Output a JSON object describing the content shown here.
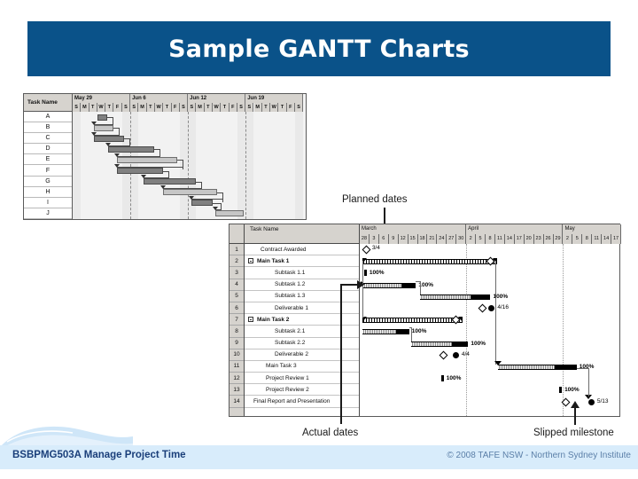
{
  "slide": {
    "title": "Sample GANTT Charts",
    "title_bg": "#0a5289",
    "footer_left": "BSBPMG503A Manage Project Time",
    "footer_right": "© 2008 TAFE NSW - Northern Sydney Institute",
    "footer_bg": "#d8ecfb"
  },
  "annotations": {
    "planned": "Planned dates",
    "actual": "Actual dates",
    "slipped": "Slipped milestone"
  },
  "chart_data": [
    {
      "id": "top-gantt",
      "type": "bar",
      "title": "",
      "orientation": "horizontal-gantt",
      "name_column_header": "Task Name",
      "week_headers": [
        "May 29",
        "Jun 6",
        "Jun 12",
        "Jun 19"
      ],
      "day_letters": [
        "S",
        "M",
        "T",
        "W",
        "T",
        "F",
        "S"
      ],
      "categories": [
        "A",
        "B",
        "C",
        "D",
        "E",
        "F",
        "G",
        "H",
        "I",
        "J"
      ],
      "tasks": [
        {
          "name": "A",
          "start_day": 3.0,
          "duration_days": 1.2,
          "style": "dark"
        },
        {
          "name": "B",
          "start_day": 2.6,
          "duration_days": 2.4,
          "style": "light"
        },
        {
          "name": "C",
          "start_day": 2.6,
          "duration_days": 3.6,
          "style": "dark"
        },
        {
          "name": "D",
          "start_day": 4.3,
          "duration_days": 5.6,
          "style": "dark"
        },
        {
          "name": "E",
          "start_day": 5.4,
          "duration_days": 7.3,
          "style": "light"
        },
        {
          "name": "F",
          "start_day": 5.4,
          "duration_days": 5.6,
          "style": "dark"
        },
        {
          "name": "G",
          "start_day": 8.6,
          "duration_days": 6.4,
          "style": "dark"
        },
        {
          "name": "H",
          "start_day": 11.0,
          "duration_days": 6.5,
          "style": "light"
        },
        {
          "name": "I",
          "start_day": 14.4,
          "duration_days": 2.6,
          "style": "dark"
        },
        {
          "name": "J",
          "start_day": 17.3,
          "duration_days": 3.5,
          "style": "light"
        }
      ]
    },
    {
      "id": "bottom-gantt",
      "type": "bar",
      "orientation": "horizontal-gantt",
      "id_column_header": "",
      "name_column_header": "Task Name",
      "month_headers": [
        "March",
        "April",
        "May"
      ],
      "day_ticks": [
        "28",
        "3",
        "6",
        "9",
        "12",
        "15",
        "18",
        "21",
        "24",
        "27",
        "30",
        "2",
        "5",
        "8",
        "11",
        "14",
        "17",
        "20",
        "23",
        "26",
        "29",
        "2",
        "5",
        "8",
        "11",
        "14",
        "17"
      ],
      "rows": [
        {
          "id": "1",
          "name": "Contract Awarded",
          "level": 0,
          "expander": false
        },
        {
          "id": "2",
          "name": "Main Task 1",
          "level": 1,
          "expander": true
        },
        {
          "id": "3",
          "name": "Subtask 1.1",
          "level": 2,
          "expander": false
        },
        {
          "id": "4",
          "name": "Subtask 1.2",
          "level": 2,
          "expander": false
        },
        {
          "id": "5",
          "name": "Subtask 1.3",
          "level": 2,
          "expander": false
        },
        {
          "id": "6",
          "name": "Deliverable 1",
          "level": 2,
          "expander": false
        },
        {
          "id": "7",
          "name": "Main Task 2",
          "level": 1,
          "expander": true
        },
        {
          "id": "8",
          "name": "Subtask 2.1",
          "level": 2,
          "expander": false
        },
        {
          "id": "9",
          "name": "Subtask 2.2",
          "level": 2,
          "expander": false
        },
        {
          "id": "10",
          "name": "Deliverable 2",
          "level": 2,
          "expander": false
        },
        {
          "id": "11",
          "name": "Main Task 3",
          "level": 3,
          "expander": false
        },
        {
          "id": "12",
          "name": "Project Review 1",
          "level": 3,
          "expander": false
        },
        {
          "id": "13",
          "name": "Project Review 2",
          "level": 3,
          "expander": false
        },
        {
          "id": "14",
          "name": "Final Report and Presentation",
          "level": 4,
          "expander": false
        }
      ],
      "bar_labels": [
        "100%",
        "100%",
        "100%",
        "100%",
        "100%",
        "100%",
        "100%",
        "100%"
      ],
      "milestone_labels": [
        "3/4",
        "4/16",
        "4/4",
        "5/13"
      ]
    }
  ]
}
